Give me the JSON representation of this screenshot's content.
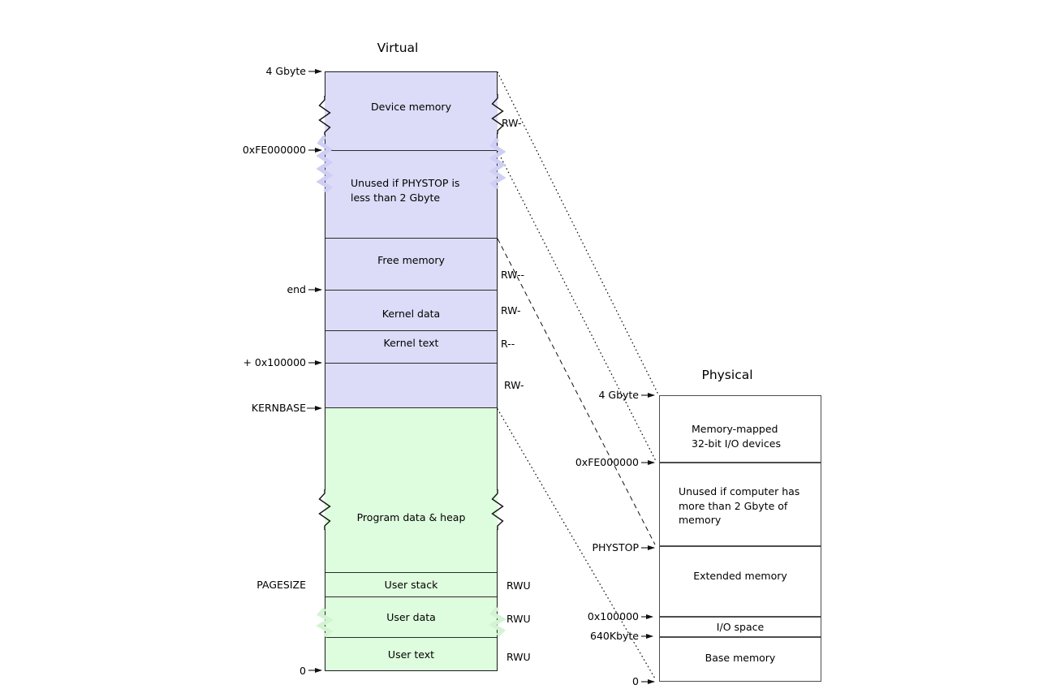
{
  "figure_title": "xv6 virtual to physical memory mapping diagram",
  "virtual": {
    "title": "Virtual",
    "labels": {
      "l_4gbyte": "4 Gbyte",
      "l_fe": "0xFE000000",
      "l_end": "end",
      "l_100000": "+ 0x100000",
      "l_kernbase": "KERNBASE",
      "l_pagesize": "PAGESIZE",
      "l_zero": "0"
    },
    "segments": {
      "device": "Device memory",
      "unused_line1": "Unused if PHYSTOP is",
      "unused_line2": "less than 2 Gbyte",
      "free": "Free memory",
      "kdata": "Kernel data",
      "ktext": "Kernel text",
      "heap": "Program data & heap",
      "ustack": "User stack",
      "udata": "User data",
      "utext": "User text"
    },
    "perms": {
      "device": "RW-",
      "free": "RW--",
      "kdata": "RW-",
      "ktext": "R--",
      "kernbase_band": "RW-",
      "ustack": "RWU",
      "udata": "RWU",
      "utext": "RWU"
    }
  },
  "physical": {
    "title": "Physical",
    "labels": {
      "l_4gbyte": "4 Gbyte",
      "l_fe": "0xFE000000",
      "l_phystop": "PHYSTOP",
      "l_100000": "0x100000",
      "l_640k": "640Kbyte",
      "l_zero": "0"
    },
    "segments": {
      "mmio_line1": "Memory-mapped",
      "mmio_line2": "32-bit I/O devices",
      "unused_line1": "Unused if computer has",
      "unused_line2": "more than 2 Gbyte of",
      "unused_line3": "memory",
      "extended": "Extended memory",
      "iospace": "I/O space",
      "base": "Base memory"
    }
  },
  "colors": {
    "kernel_fill": "#dcdcf8",
    "user_fill": "#defcde",
    "physical_fill": "#ffffff",
    "line_dark": "#1a1a1a",
    "physical_border": "#4d4d4d",
    "tear_purple": "#cfcff5",
    "tear_green": "#d2f4d2"
  }
}
